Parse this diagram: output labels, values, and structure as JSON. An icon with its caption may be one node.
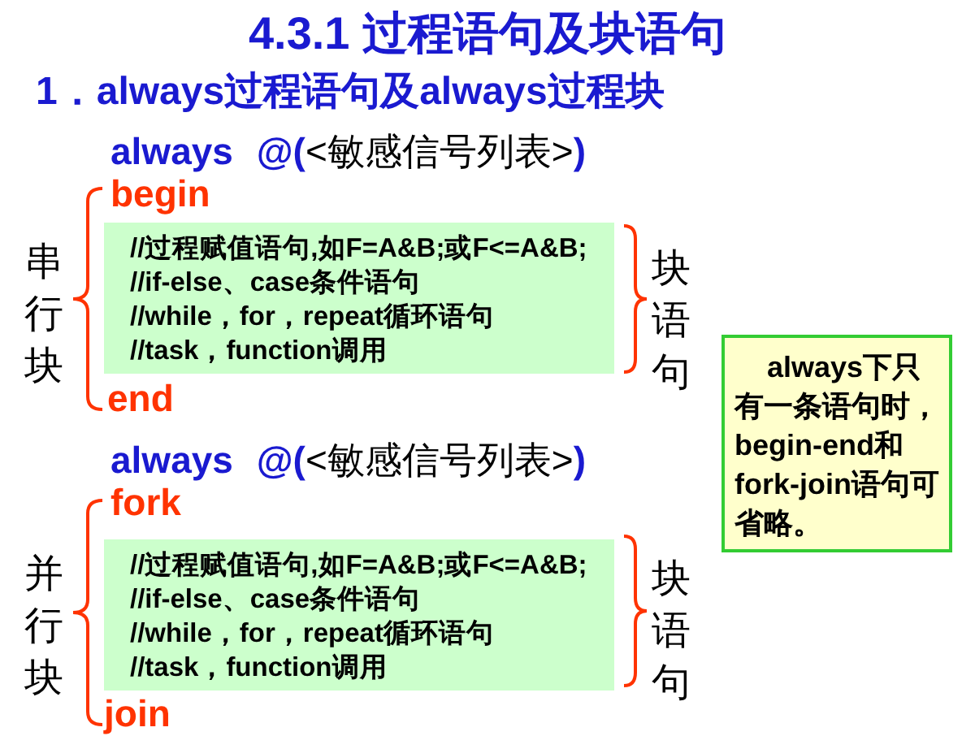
{
  "diagram": {
    "title": "4.3.1 过程语句及块语句",
    "nodes": [
      {
        "text": [
          "//过程赋值语句,如F=A&B;或F<=A&B;",
          "//if-else、case条件语句",
          "//while，for，repeat循环语句",
          "//task，function调用"
        ]
      },
      {
        "text": [
          "//过程赋值语句,如F=A&B;或F<=A&B;",
          "//if-else、case条件语句",
          "//while，for，repeat循环语句",
          "//task，function调用"
        ]
      },
      {
        "text": [
          "always下只有一条语句时，begin-end和fork-join语句可省略。"
        ]
      }
    ],
    "labels": [
      "1．always过程语句及always过程块",
      "always @(<敏感信号列表>)",
      "begin",
      "串行块",
      "块语句",
      "end",
      "always @(<敏感信号列表>)",
      "fork",
      "并行块",
      "块语句",
      "join"
    ]
  }
}
